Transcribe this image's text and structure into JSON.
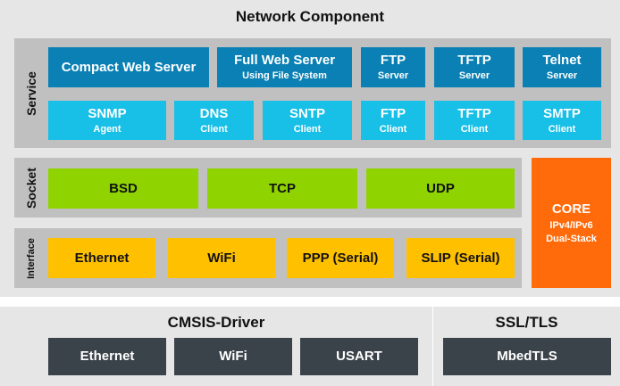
{
  "network": {
    "title": "Network Component",
    "service": {
      "label": "Service",
      "row1": [
        {
          "title": "Compact Web Server",
          "sub": ""
        },
        {
          "title": "Full Web Server",
          "sub": "Using File System"
        },
        {
          "title": "FTP",
          "sub": "Server"
        },
        {
          "title": "TFTP",
          "sub": "Server"
        },
        {
          "title": "Telnet",
          "sub": "Server"
        }
      ],
      "row2": [
        {
          "title": "SNMP",
          "sub": "Agent"
        },
        {
          "title": "DNS",
          "sub": "Client"
        },
        {
          "title": "SNTP",
          "sub": "Client"
        },
        {
          "title": "FTP",
          "sub": "Client"
        },
        {
          "title": "TFTP",
          "sub": "Client"
        },
        {
          "title": "SMTP",
          "sub": "Client"
        }
      ]
    },
    "socket": {
      "label": "Socket",
      "items": [
        "BSD",
        "TCP",
        "UDP"
      ]
    },
    "interface": {
      "label": "Interface",
      "items": [
        "Ethernet",
        "WiFi",
        "PPP (Serial)",
        "SLIP (Serial)"
      ]
    },
    "core": {
      "title": "CORE",
      "line2": "IPv4/IPv6",
      "line3": "Dual-Stack"
    }
  },
  "cmsis": {
    "title": "CMSIS-Driver",
    "items": [
      "Ethernet",
      "WiFi",
      "USART"
    ]
  },
  "ssl": {
    "title": "SSL/TLS",
    "items": [
      "MbedTLS"
    ]
  },
  "colors": {
    "service_primary": "#0a80b4",
    "service_secondary": "#18bfe6",
    "socket": "#8fd400",
    "interface": "#ffc000",
    "core": "#ff6a0a",
    "driver": "#3b434a"
  }
}
